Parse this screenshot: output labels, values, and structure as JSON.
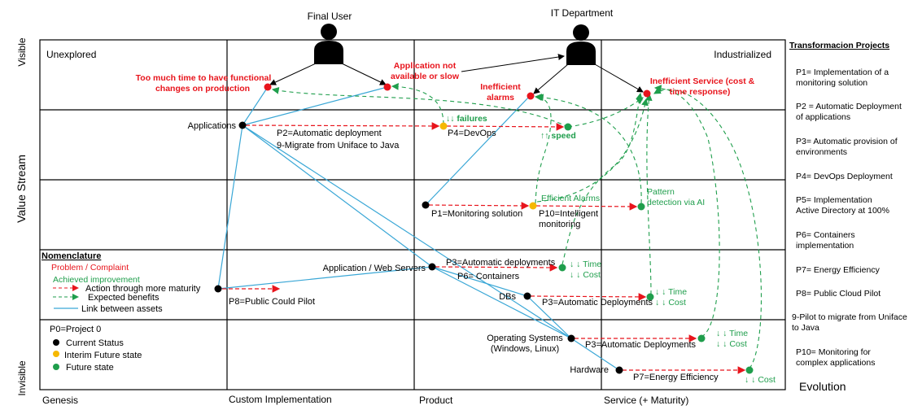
{
  "actors": {
    "final_user": "Final User",
    "it_department": "IT Department"
  },
  "y_axis": {
    "top": "Visible",
    "middle": "Value Stream",
    "bottom": "Invisible"
  },
  "x_axis": {
    "stages": [
      "Genesis",
      "Custom Implementation",
      "Product",
      "Service (+ Maturity)"
    ],
    "evolution": "Evolution"
  },
  "quadrant_labels": {
    "unexplored": "Unexplored",
    "industrialized": "Industrialized"
  },
  "problems": [
    {
      "line1": "Too much time to have functional",
      "line2": "changes on production"
    },
    {
      "line1": "Application not",
      "line2": "available or slow"
    },
    {
      "line1": "Inefficient",
      "line2": "alarms"
    },
    {
      "line1": "Inefficient Service (cost &",
      "line2": "time response)"
    }
  ],
  "assets": {
    "applications": "Applications",
    "app_web_servers": "Application / Web Servers",
    "dbs": "DBs",
    "os_line1": "Operating Systems",
    "os_line2": "(Windows, Linux)",
    "hardware": "Hardware"
  },
  "actions": {
    "p2": "P2=Automatic deployment",
    "p9": "9-Migrate from Uniface to Java",
    "p4": "P4=DevOps",
    "p1": "P1=Monitoring solution",
    "p10_line1": "P10=Intelligent",
    "p10_line2": "monitoring",
    "p3_app": "P3=Automatic deployments",
    "p6": "P6= Containers",
    "p3_db": "P3=Automatic Deployments",
    "p3_os": "P3=Automatic Deployments",
    "p7": "P7=Energy Efficiency",
    "p8": "P8=Public Could Pilot"
  },
  "benefits": {
    "failures": "↓↓ failures",
    "speed": "↑↑ speed",
    "efficient_alarms": "Efficient Alarms",
    "pattern_line1": "Pattern",
    "pattern_line2": "detection via AI",
    "time": "↓ ↓ Time",
    "cost": "↓ ↓ Cost"
  },
  "nomenclature": {
    "title": "Nomenclature",
    "problem": "Problem / Complaint",
    "achieved": "Achieved improvement",
    "action": "Action through more maturity",
    "expected": "Expected benefits",
    "link": "Link between assets",
    "p0": "P0=Project 0",
    "current": "Current Status",
    "interim": "Interim Future state",
    "future": "Future state"
  },
  "colors": {
    "problem": "#e8141c",
    "benefit": "#1f9e4c",
    "interim": "#f5b800",
    "current": "#000000",
    "link": "#3aa7d6"
  },
  "projects": {
    "title": "Transformacion Projects",
    "items": [
      {
        "line1": "P1= Implementation of a",
        "line2": "monitoring solution"
      },
      {
        "line1": "P2 = Automatic Deployment",
        "line2": "of applications"
      },
      {
        "line1": "P3= Automatic provision of",
        "line2": "environments"
      },
      {
        "line1": "P4= DevOps Deployment",
        "line2": ""
      },
      {
        "line1": "P5= Implementation",
        "line2": "Active Directory at 100%"
      },
      {
        "line1": "P6= Containers",
        "line2": "implementation"
      },
      {
        "line1": "P7= Energy Efficiency",
        "line2": ""
      },
      {
        "line1": "P8= Public Cloud Pilot",
        "line2": ""
      },
      {
        "line1": "9-Pilot to migrate from Uniface",
        "line2": "to Java"
      },
      {
        "line1": "P10= Monitoring for",
        "line2": "complex applications"
      }
    ]
  }
}
